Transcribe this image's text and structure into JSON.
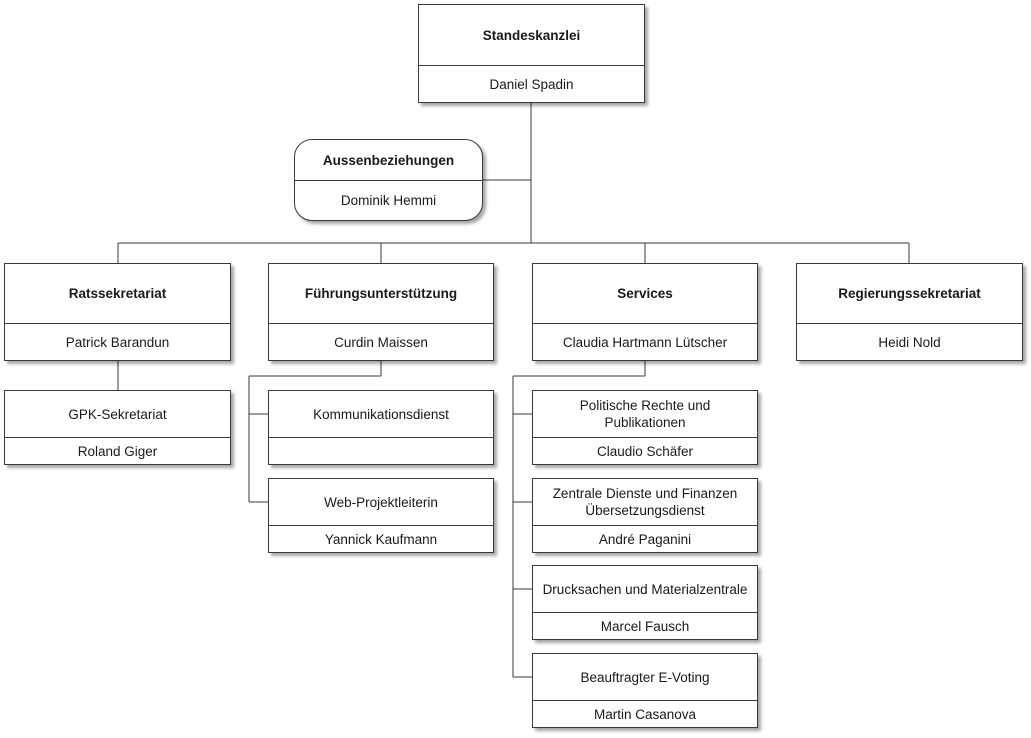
{
  "chart": {
    "root": {
      "title": "Standeskanzlei",
      "name": "Daniel Spadin"
    },
    "staff": {
      "title": "Aussenbeziehungen",
      "name": "Dominik Hemmi"
    },
    "departments": [
      {
        "title": "Ratssekretariat",
        "name": "Patrick Barandun",
        "units": [
          {
            "title": "GPK-Sekretariat",
            "name": "Roland Giger"
          }
        ]
      },
      {
        "title": "Führungsunterstützung",
        "name": "Curdin Maissen",
        "units": [
          {
            "title": "Kommunikationsdienst",
            "name": ""
          },
          {
            "title": "Web-Projektleiterin",
            "name": "Yannick Kaufmann"
          }
        ]
      },
      {
        "title": "Services",
        "name": "Claudia Hartmann Lütscher",
        "units": [
          {
            "title": "Politische Rechte und Publikationen",
            "name": "Claudio Schäfer"
          },
          {
            "title": "Zentrale Dienste und Finanzen Übersetzungsdienst",
            "name": "André Paganini"
          },
          {
            "title": "Drucksachen und Materialzentrale",
            "name": "Marcel Fausch"
          },
          {
            "title": "Beauftragter E-Voting",
            "name": "Martin Casanova"
          }
        ]
      },
      {
        "title": "Regierungssekretariat",
        "name": "Heidi Nold",
        "units": []
      }
    ]
  }
}
